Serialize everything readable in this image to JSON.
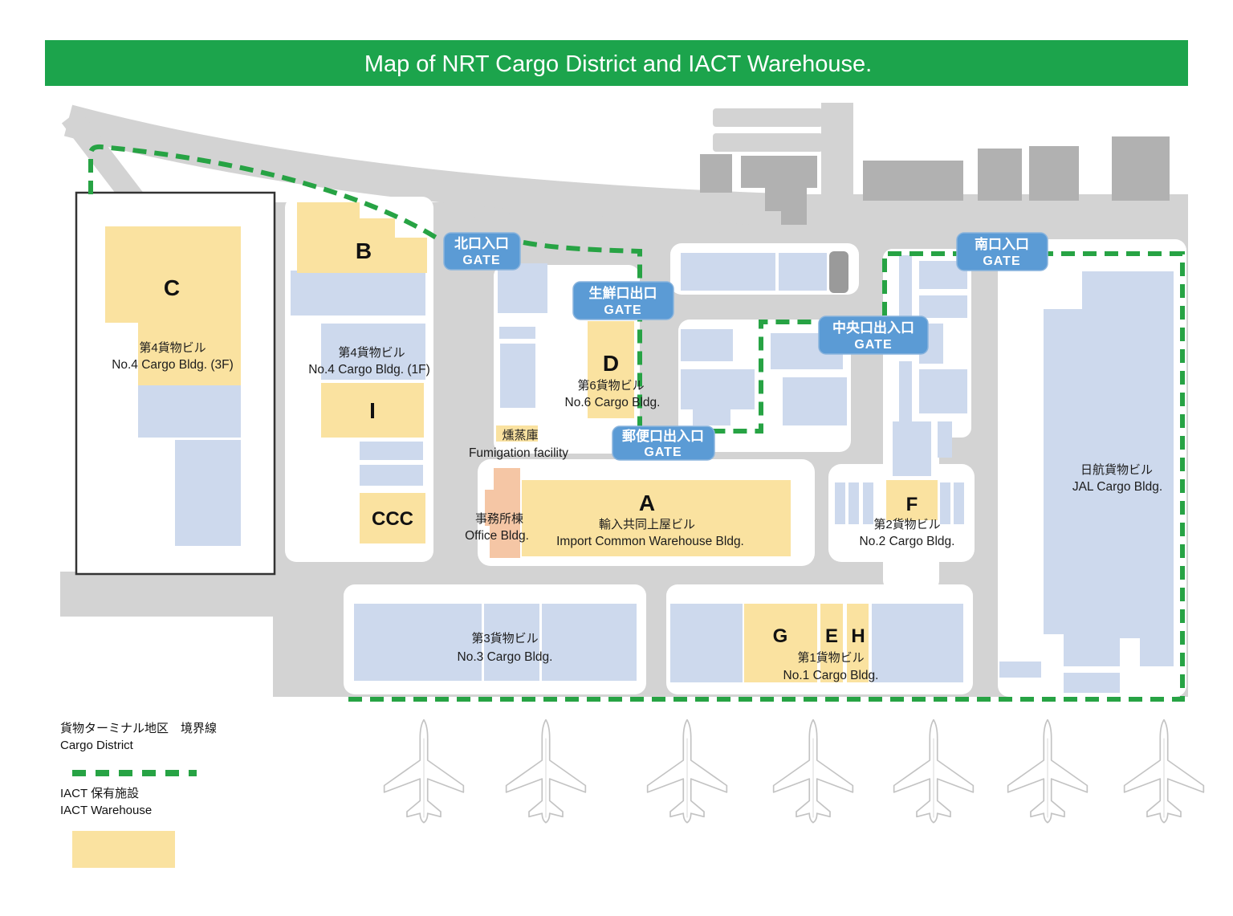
{
  "title": "Map of NRT Cargo District and IACT Warehouse.",
  "colors": {
    "title_bar_green": "#1ca44c",
    "boundary_green": "#27a344",
    "gate_badge_blue": "#5b9bd5",
    "iact_yellow": "#fae2a0",
    "building_blue": "#cdd9ed",
    "road_gray": "#d3d3d3",
    "office_salmon": "#f5c6a5"
  },
  "gates": {
    "north": {
      "jp": "北口入口",
      "en": "GATE"
    },
    "fresh": {
      "jp": "生鮮口出口",
      "en": "GATE"
    },
    "central": {
      "jp": "中央口出入口",
      "en": "GATE"
    },
    "south": {
      "jp": "南口入口",
      "en": "GATE"
    },
    "mail": {
      "jp": "郵便口出入口",
      "en": "GATE"
    }
  },
  "buildings": {
    "c": {
      "label": "C",
      "jp": "第4貨物ビル",
      "en": "No.4 Cargo Bldg. (3F)"
    },
    "b": {
      "label": "B"
    },
    "no4_1f": {
      "jp": "第4貨物ビル",
      "en": "No.4 Cargo Bldg. (1F)"
    },
    "i": {
      "label": "I"
    },
    "ccc": {
      "label": "CCC"
    },
    "d": {
      "label": "D",
      "jp": "第6貨物ビル",
      "en": "No.6 Cargo Bldg."
    },
    "a": {
      "label": "A",
      "jp": "輸入共同上屋ビル",
      "en": "Import Common Warehouse Bldg."
    },
    "f": {
      "label": "F",
      "jp": "第2貨物ビル",
      "en": "No.2 Cargo Bldg."
    },
    "g": {
      "label": "G"
    },
    "e": {
      "label": "E"
    },
    "h": {
      "label": "H"
    },
    "no1": {
      "jp": "第1貨物ビル",
      "en": "No.1 Cargo Bldg."
    },
    "no3": {
      "jp": "第3貨物ビル",
      "en": "No.3 Cargo Bldg."
    },
    "jal": {
      "jp": "日航貨物ビル",
      "en": "JAL Cargo Bldg."
    },
    "fumigation": {
      "jp": "燻蒸庫",
      "en": "Fumigation facility"
    },
    "office": {
      "jp": "事務所棟",
      "en": "Office Bldg."
    }
  },
  "legend": {
    "district_jp": "貨物ターミナル地区　境界線",
    "district_en": "Cargo District",
    "warehouse_jp": "IACT 保有施設",
    "warehouse_en": "IACT Warehouse"
  }
}
